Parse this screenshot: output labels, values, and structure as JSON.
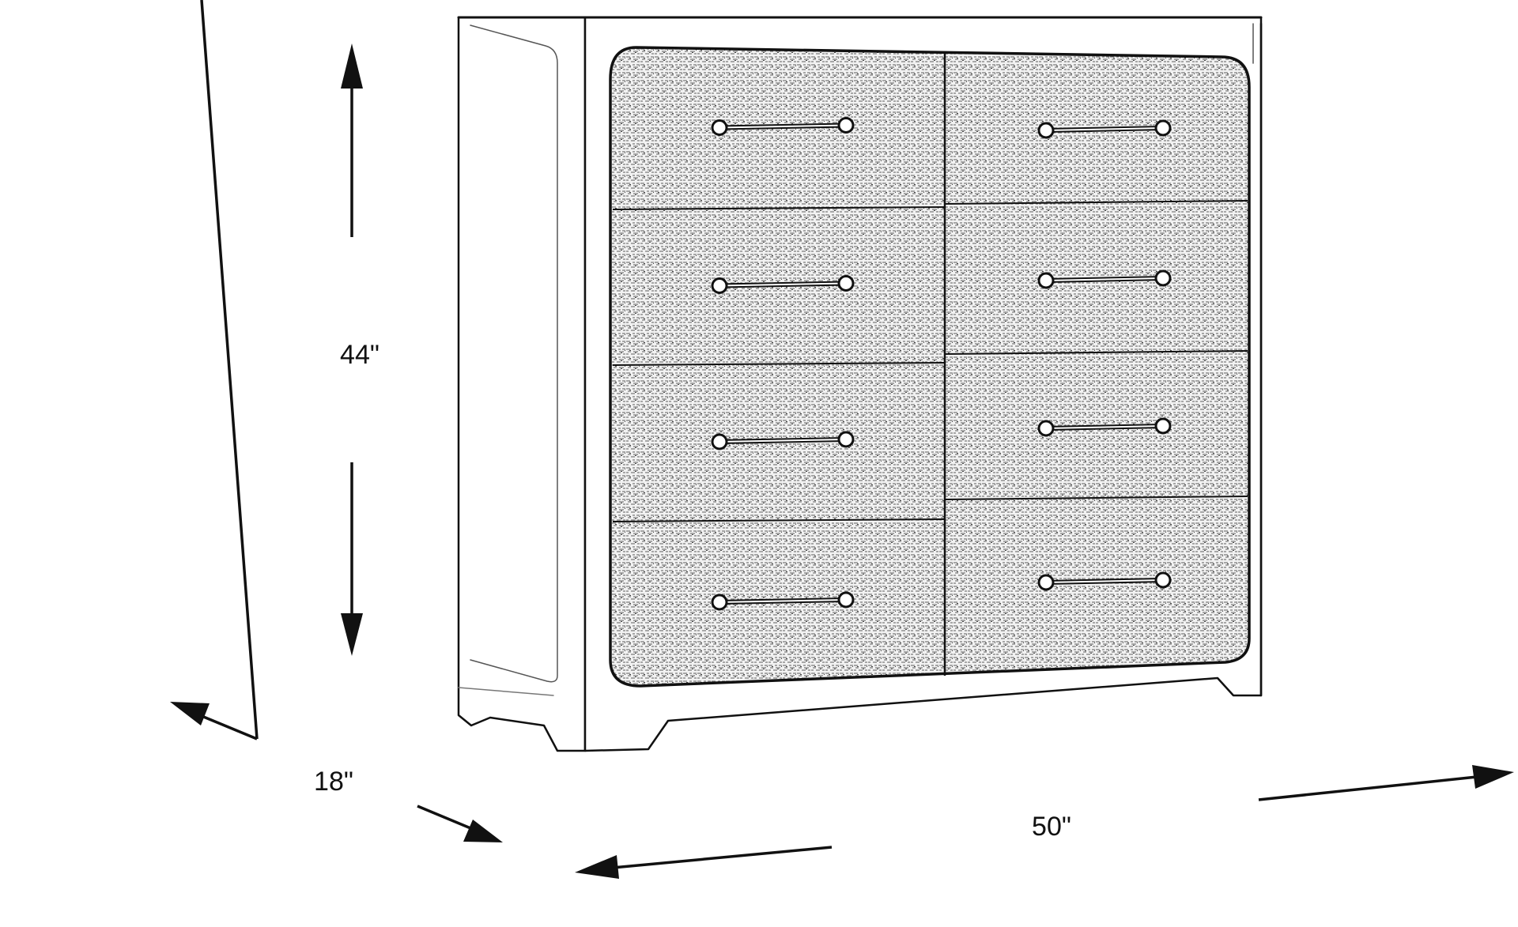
{
  "diagram": {
    "subject": "dresser-line-drawing",
    "dimensions": {
      "height": "44\"",
      "depth": "18\"",
      "width": "50\""
    },
    "drawer_count": 8,
    "colors": {
      "line": "#111111",
      "background": "#ffffff",
      "texture": "#8a8a8a"
    }
  }
}
